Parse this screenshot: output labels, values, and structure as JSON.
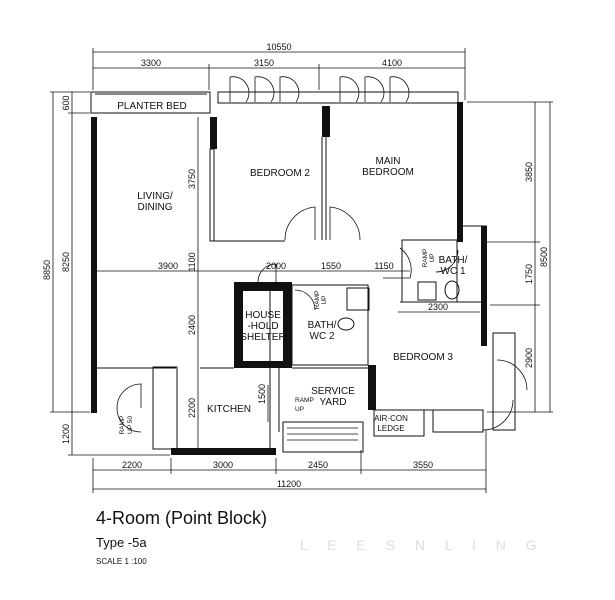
{
  "plan": {
    "title": "4-Room (Point Block)",
    "type": "Type -5a",
    "scale": "SCALE 1 :100",
    "watermark": "L E E S N L I N G"
  },
  "rooms": {
    "planter": "PLANTER BED",
    "living1": "LIVING/",
    "living2": "DINING",
    "bedroom2": "BEDROOM 2",
    "main1": "MAIN",
    "main2": "BEDROOM",
    "bath1a": "BATH/",
    "bath1b": "WC 1",
    "shelter1": "HOUSE",
    "shelter2": "-HOLD",
    "shelter3": "SHELTER",
    "bath2a": "BATH/",
    "bath2b": "WC 2",
    "bedroom3": "BEDROOM 3",
    "kitchen": "KITCHEN",
    "yard1": "SERVICE",
    "yard2": "YARD",
    "aircon1": "AIR-CON",
    "aircon2": "LEDGE",
    "ramp": "RAMP",
    "up": "UP",
    "up50": "UP 50"
  },
  "dimensions": {
    "top_total": "10550",
    "top": [
      "3300",
      "3150",
      "4100"
    ],
    "bottom_total": "11200",
    "bottom": [
      "2200",
      "3000",
      "2450",
      "3550"
    ],
    "left_total": "8850",
    "left_mid": "8250",
    "left_top": "600",
    "left_bottom": "1200",
    "right_total": "8500",
    "right": [
      "3850",
      "1750",
      "2900"
    ],
    "inner_vertical": [
      "3750",
      "1100",
      "2400",
      "2200"
    ],
    "yard_vertical": "1500",
    "mid_row": [
      "3900",
      "2000",
      "1550",
      "1150"
    ],
    "bath1_width": "2300"
  }
}
